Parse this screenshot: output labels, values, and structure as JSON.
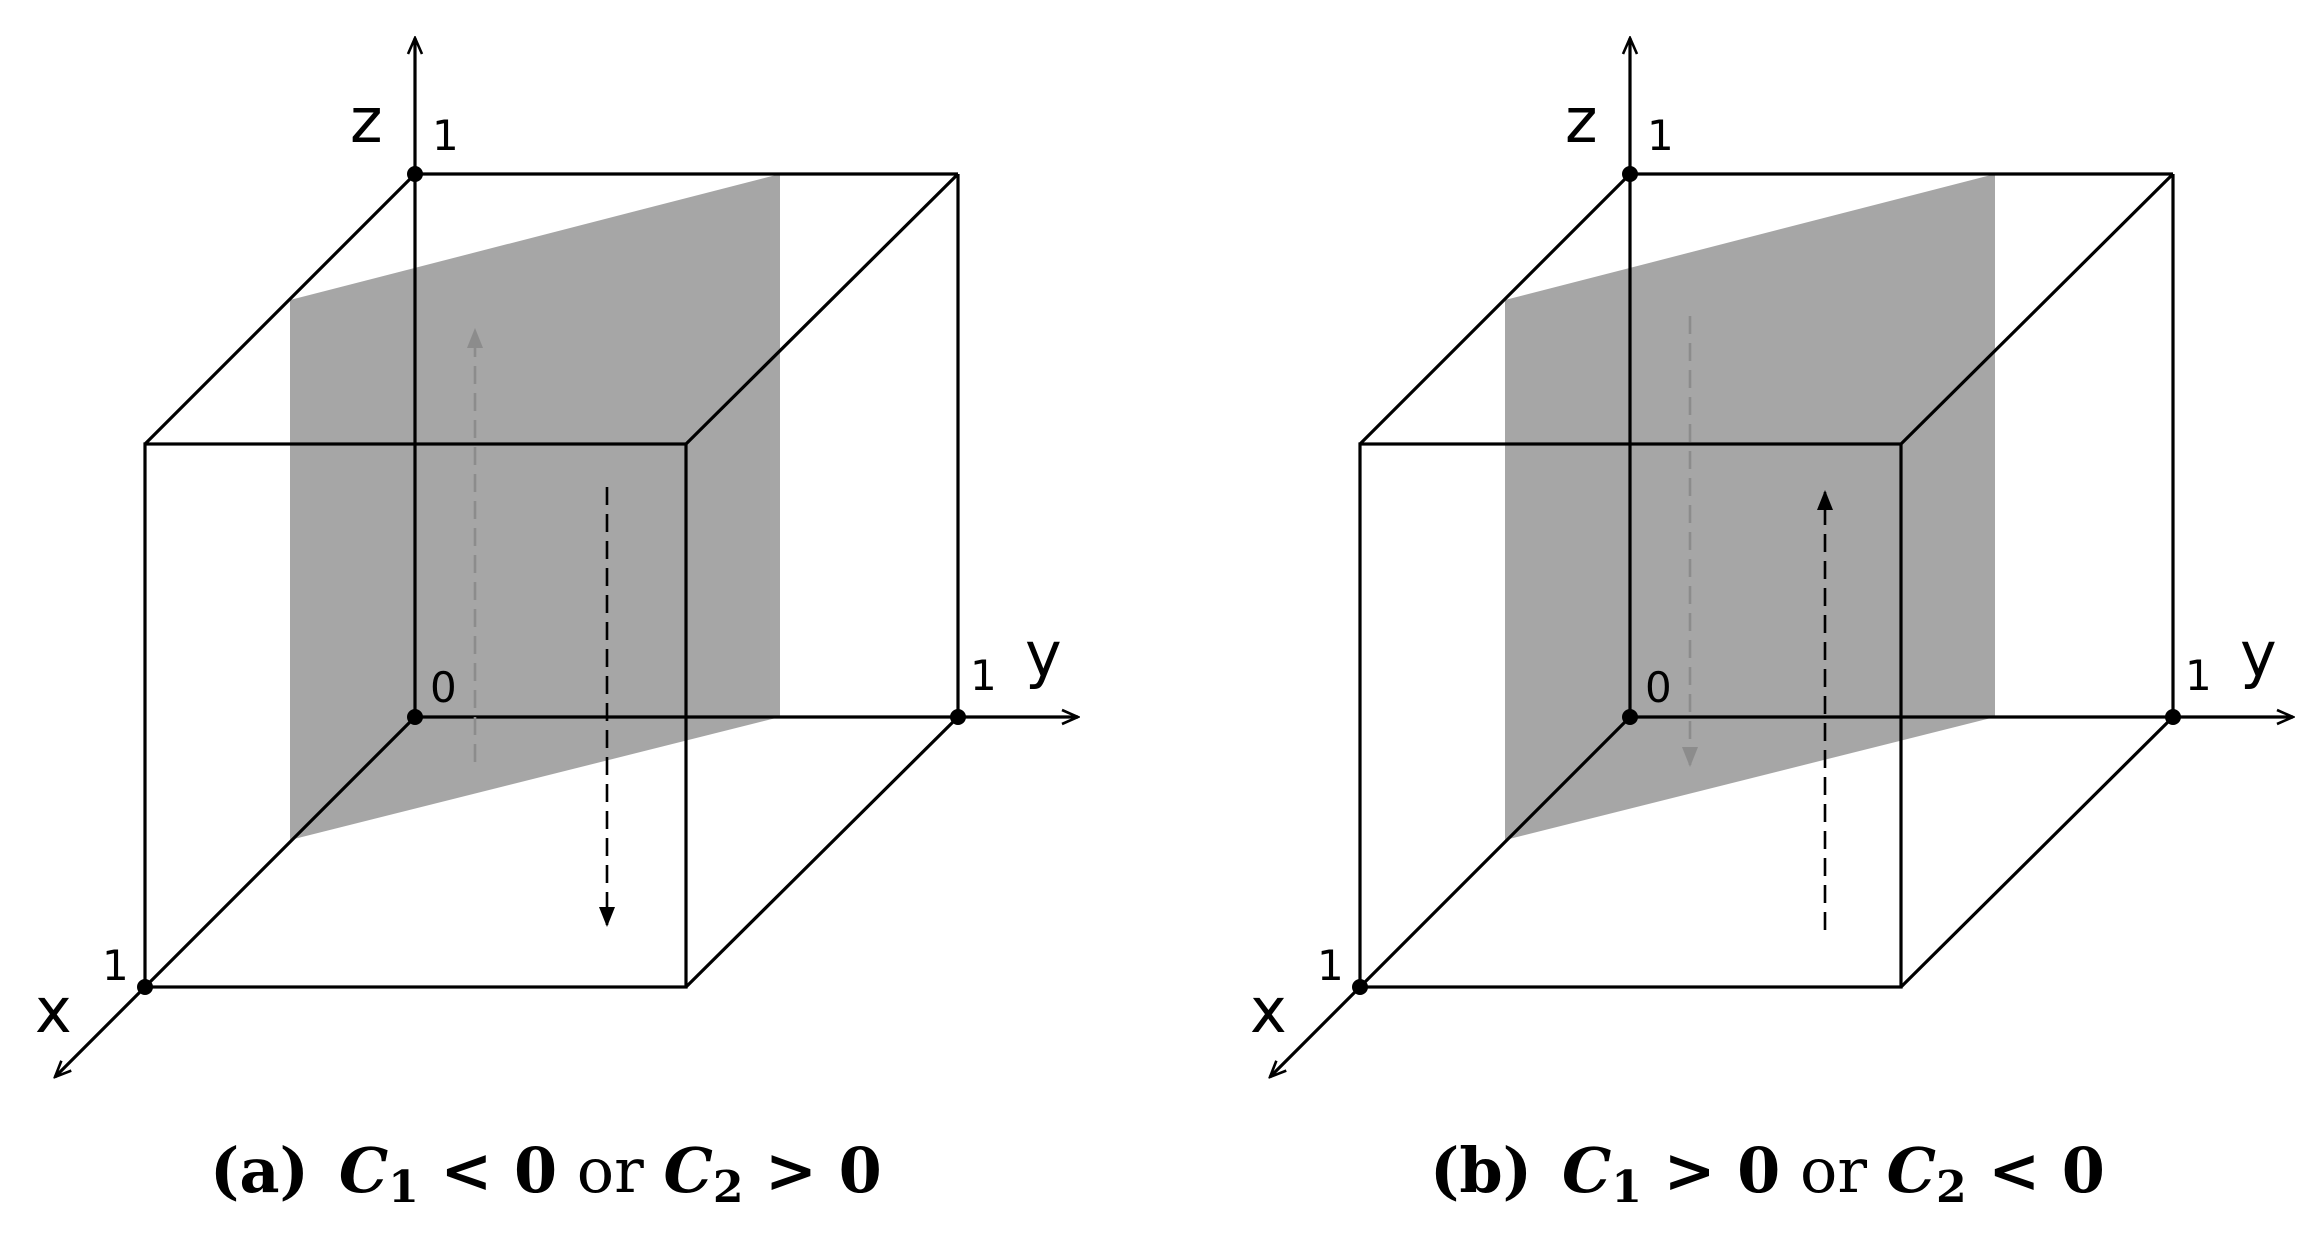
{
  "colors": {
    "plane_fill": "#a6a6a6",
    "edge": "#000000",
    "arrow_dark": "#000000",
    "arrow_grey": "#8c8c8c",
    "background": "#ffffff"
  },
  "panels": [
    {
      "id": "a",
      "axes": {
        "z": "z",
        "y": "y",
        "x": "x"
      },
      "ticks": {
        "z_one": "1",
        "y_one": "1",
        "x_one": "1",
        "origin": "0"
      },
      "caption": {
        "label": "(a)",
        "var1": "C",
        "sub1": "1",
        "rel1": " < ",
        "val1": "0",
        "conj": " or ",
        "var2": "C",
        "sub2": "2",
        "rel2": " > ",
        "val2": "0"
      },
      "arrows": [
        {
          "color": "grey",
          "direction": "up"
        },
        {
          "color": "dark",
          "direction": "down"
        }
      ]
    },
    {
      "id": "b",
      "axes": {
        "z": "z",
        "y": "y",
        "x": "x"
      },
      "ticks": {
        "z_one": "1",
        "y_one": "1",
        "x_one": "1",
        "origin": "0"
      },
      "caption": {
        "label": "(b)",
        "var1": "C",
        "sub1": "1",
        "rel1": " > ",
        "val1": "0",
        "conj": " or ",
        "var2": "C",
        "sub2": "2",
        "rel2": " < ",
        "val2": "0"
      },
      "arrows": [
        {
          "color": "grey",
          "direction": "down"
        },
        {
          "color": "dark",
          "direction": "up"
        }
      ]
    }
  ]
}
